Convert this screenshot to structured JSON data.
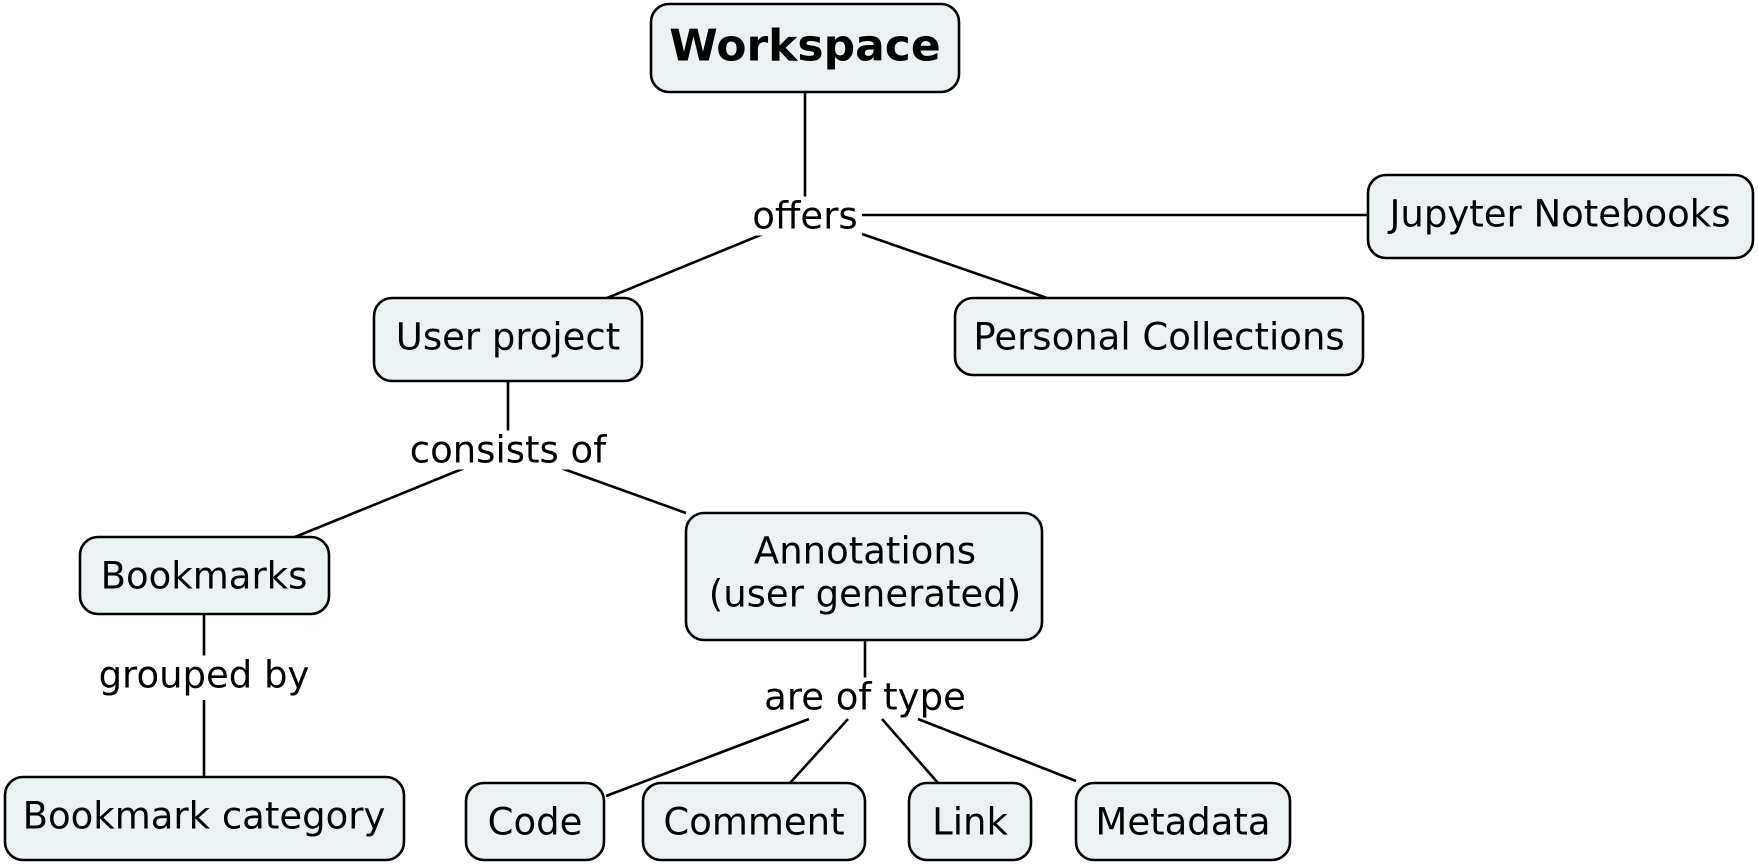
{
  "concept_map": {
    "nodes": {
      "workspace": "Workspace",
      "jupyter_notebooks": "Jupyter Notebooks",
      "user_project": "User project",
      "personal_collections": "Personal Collections",
      "bookmarks": "Bookmarks",
      "annotations_line1": "Annotations",
      "annotations_line2": "(user generated)",
      "bookmark_category": "Bookmark category",
      "code": "Code",
      "comment": "Comment",
      "link": "Link",
      "metadata": "Metadata"
    },
    "link_labels": {
      "offers": "offers",
      "consists_of": "consists of",
      "grouped_by": "grouped by",
      "are_of_type": "are of type"
    },
    "colors": {
      "node_fill": "#ecf2f4",
      "stroke": "#000000"
    }
  }
}
